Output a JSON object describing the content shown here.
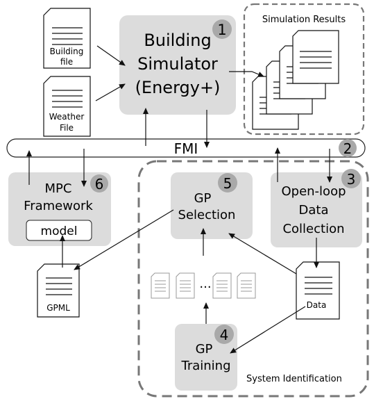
{
  "files": {
    "building": {
      "line1": "Building",
      "line2": "file"
    },
    "weather": {
      "line1": "Weather",
      "line2": "File"
    },
    "gpml": "GPML",
    "data": "Data"
  },
  "simulator": {
    "line1": "Building",
    "line2": "Simulator",
    "line3": "(Energy+)",
    "badge": "1"
  },
  "simulation_results": {
    "title": "Simulation Results"
  },
  "fmi": {
    "label": "FMI",
    "badge": "2"
  },
  "data_collection": {
    "line1": "Open-loop",
    "line2": "Data",
    "line3": "Collection",
    "badge": "3"
  },
  "gp_training": {
    "line1": "GP",
    "line2": "Training",
    "badge": "4"
  },
  "gp_selection": {
    "line1": "GP",
    "line2": "Selection",
    "badge": "5"
  },
  "mpc": {
    "line1": "MPC",
    "line2": "Framework",
    "badge": "6",
    "model_label": "model"
  },
  "system_identification": {
    "label": "System Identification"
  },
  "candidates": {
    "ellipsis": "..."
  },
  "colors": {
    "box_fill": "#dcdcdc",
    "badge_fill": "#a9a9a9",
    "dash_stroke": "#777777",
    "line": "#111111"
  }
}
